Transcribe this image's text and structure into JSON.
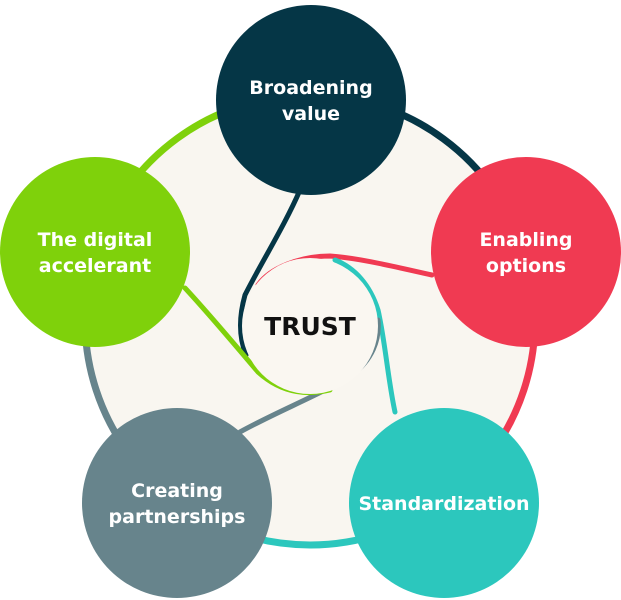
{
  "diagram": {
    "center": {
      "label": "TRUST"
    },
    "nodes": [
      {
        "id": "broadening-value",
        "lines": [
          "Broadening",
          "value"
        ],
        "color": "#053646"
      },
      {
        "id": "enabling-options",
        "lines": [
          "Enabling",
          "options"
        ],
        "color": "#f03a52"
      },
      {
        "id": "standardization",
        "lines": [
          "Standardization"
        ],
        "color": "#2cc7bd"
      },
      {
        "id": "creating-partnerships",
        "lines": [
          "Creating",
          "partnerships"
        ],
        "color": "#67848c"
      },
      {
        "id": "digital-accelerant",
        "lines": [
          "The digital",
          "accelerant"
        ],
        "color": "#7fd10b"
      }
    ],
    "colors": {
      "background": "#f9f6f0",
      "center_fill": "#faf7f1",
      "center_text": "#111111"
    }
  }
}
